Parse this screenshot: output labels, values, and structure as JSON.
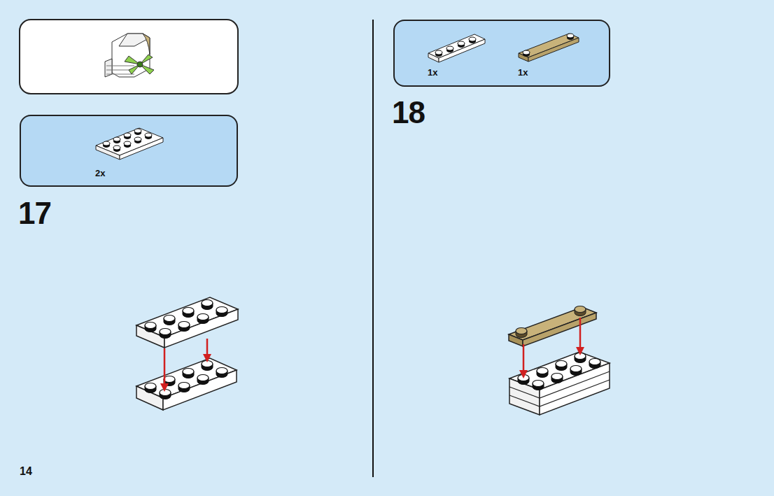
{
  "diagram": {
    "nodes": [
      {
        "text": [
          "2x"
        ]
      },
      {
        "text": [
          "1x",
          "1x"
        ]
      }
    ],
    "labels": [
      "17",
      "18",
      "14"
    ]
  }
}
